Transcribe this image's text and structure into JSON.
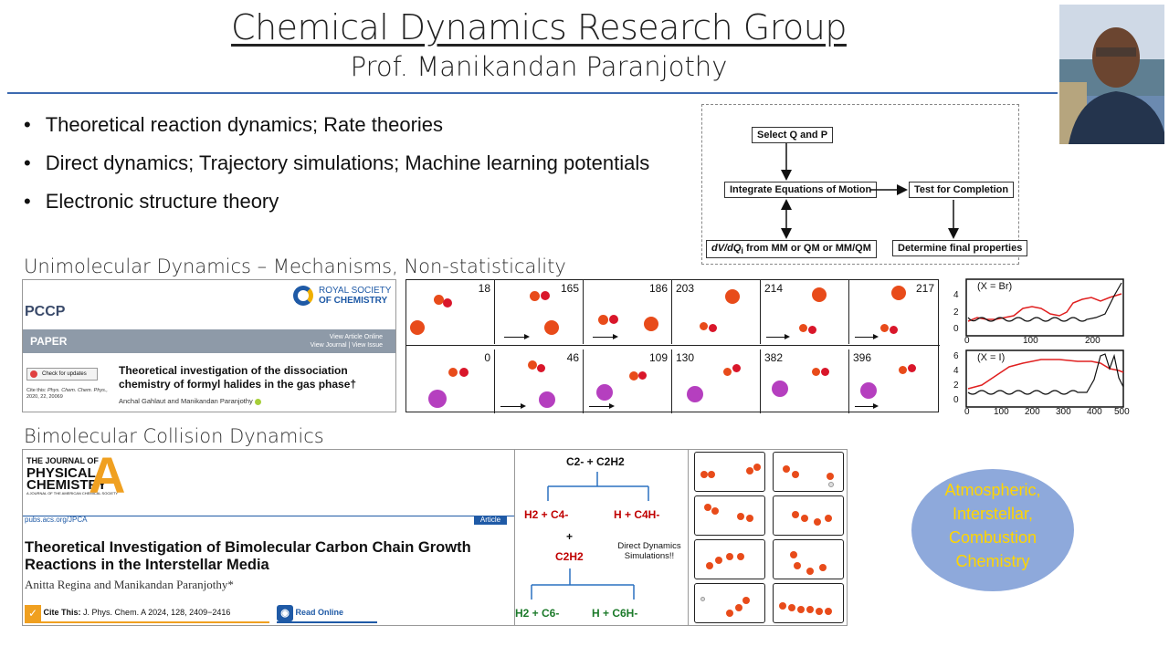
{
  "header": {
    "title": "Chemical Dynamics Research Group",
    "subtitle": "Prof. Manikandan Paranjothy"
  },
  "bullets": [
    "Theoretical reaction dynamics; Rate theories",
    "Direct dynamics; Trajectory simulations; Machine learning potentials",
    "Electronic structure theory"
  ],
  "flowchart": {
    "select": "Select Q and P",
    "integrate": "Integrate Equations of Motion",
    "test": "Test for Completion",
    "force": "dV/dQ",
    "force_sub": "i",
    "force_rest": " from MM or QM or MM/QM",
    "final": "Determine final properties"
  },
  "sections": {
    "unimolecular": "Unimolecular Dynamics – Mechanisms, Non-statisticality",
    "bimolecular": "Bimolecular Collision Dynamics"
  },
  "pccp_paper": {
    "society_line1": "ROYAL SOCIETY",
    "society_line2": "OF CHEMISTRY",
    "journal": "PCCP",
    "type": "PAPER",
    "view_online": "View Article Online",
    "view_links": "View Journal | View Issue",
    "check_updates": "Check for updates",
    "title": "Theoretical investigation of the dissociation chemistry of formyl halides in the gas phase†",
    "cite_label": "Cite this:",
    "cite_journal": "Phys. Chem. Chem. Phys.,",
    "cite_detail": "2020, 22, 20069",
    "authors": "Anchal Gahlaut and Manikandan Paranjothy"
  },
  "snapshots": {
    "row1": [
      "18",
      "165",
      "186",
      "203",
      "214",
      "217"
    ],
    "row2": [
      "0",
      "46",
      "109",
      "130",
      "382",
      "396"
    ]
  },
  "graphs": {
    "top_label": "(X = Br)",
    "top_yticks": [
      "4",
      "2",
      "0"
    ],
    "top_xticks": [
      "0",
      "100",
      "200"
    ],
    "bottom_label": "(X = I)",
    "bottom_yticks": [
      "6",
      "4",
      "2",
      "0"
    ],
    "bottom_xticks": [
      "0",
      "100",
      "200",
      "300",
      "400",
      "500"
    ]
  },
  "jpca_paper": {
    "logo_line1": "THE JOURNAL OF",
    "logo_line2": "PHYSICAL",
    "logo_line3": "CHEMISTRY",
    "logo_letter": "A",
    "logo_tagline": "A JOURNAL OF THE AMERICAN CHEMICAL SOCIETY",
    "url": "pubs.acs.org/JPCA",
    "type": "Article",
    "title": "Theoretical Investigation of Bimolecular Carbon Chain Growth Reactions in the Interstellar Media",
    "authors": "Anitta Regina and Manikandan Paranjothy*",
    "cite_label": "Cite This:",
    "cite_text": "J. Phys. Chem. A 2024, 128, 2409−2416",
    "read_online": "Read Online"
  },
  "reaction": {
    "reactants": "C2- + C2H2",
    "prod1": "H2 + C4-",
    "prod2": "H + C4H-",
    "plus": "+",
    "c2h2": "C2H2",
    "direct": "Direct Dynamics Simulations!!",
    "prod3": "H2 + C6-",
    "prod4": "H + C6H-"
  },
  "ellipse": {
    "line1": "Atmospheric,",
    "line2": "Interstellar,",
    "line3": "Combustion",
    "line4": "Chemistry"
  },
  "colors": {
    "accent_rule": "#3d6ab0",
    "ellipse_fill": "#8ea9db",
    "ellipse_text": "#ffd500",
    "rsc_blue": "#1f5aa6",
    "jpca_orange": "#f0a020"
  }
}
